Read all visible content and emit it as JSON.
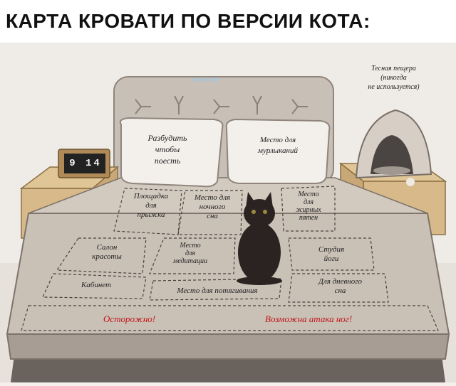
{
  "headline": "КАРТА КРОВАТИ ПО ВЕРСИИ КОТА:",
  "watermark": "ecoinfotorr",
  "clock": "9 14",
  "labels": {
    "cave": "Тесная пещера\n(никогда\nне используется)",
    "wake": "Разбудить\nчтобы\nпоесть",
    "purr": "Место для\nмурлыканий",
    "jump": "Площадка\nдля\nпрыжка",
    "night": "Место для\nночного\nсна",
    "greasy": "Место\nдля\nжирных\nпятен",
    "beauty": "Салон\nкрасоты",
    "meditate": "Место\nдля\nмедитации",
    "yoga": "Студия\nйоги",
    "office": "Кабинет",
    "stretch": "Место для потягивания",
    "daynap": "Для дневного\nсна",
    "careful": "Осторожно!",
    "attack": "Возможна атака ног!"
  },
  "colors": {
    "accent_red": "#c01616",
    "bed_linen": "#c9c0b6",
    "headboard": "#c8bfb6",
    "nightstand": "#d7b98a",
    "cat": "#2b2321"
  }
}
